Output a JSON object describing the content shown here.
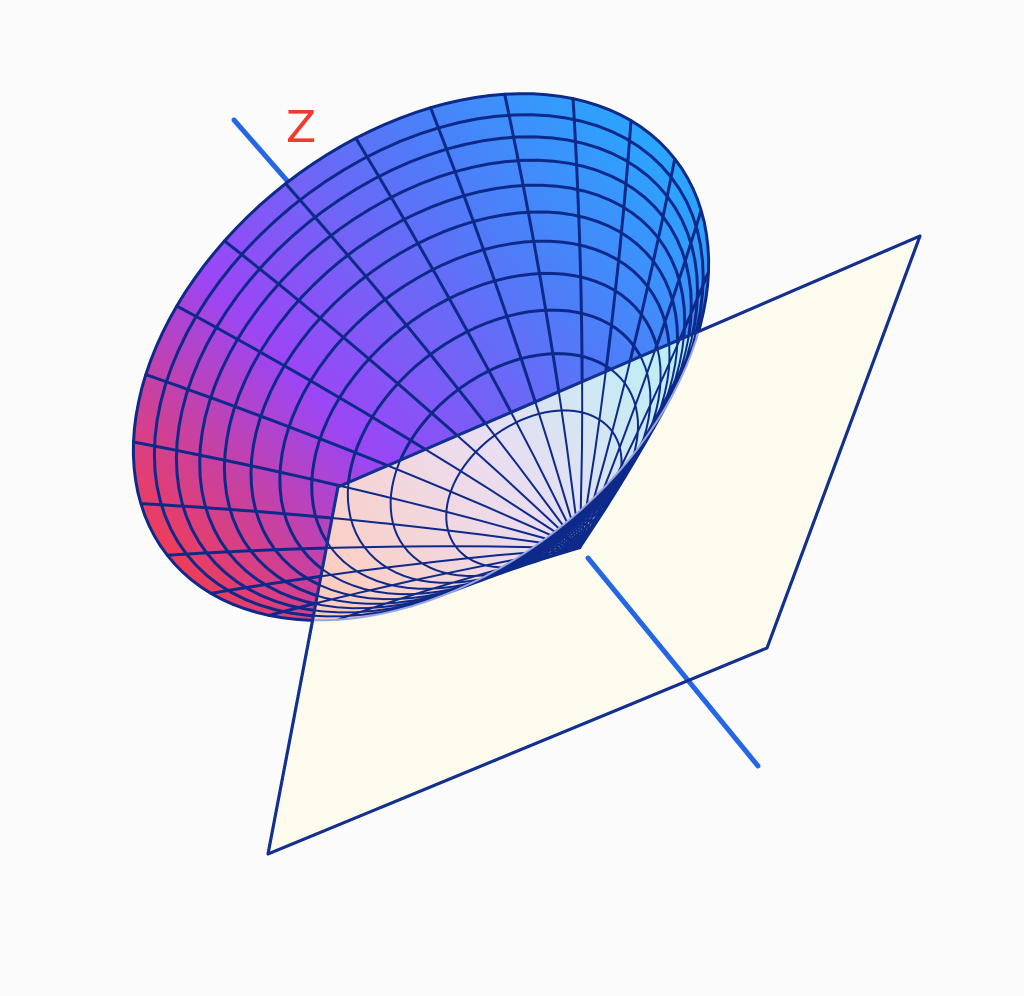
{
  "figure": {
    "axis_label": "Z",
    "colors": {
      "background": "#fbfbfb",
      "mesh_line": "#0d2a8a",
      "axis": "#2566e6",
      "axis_label": "#ef3b2d",
      "plane_fill": "#fdfaee",
      "plane_edge": "#12308f",
      "surface_gradient": [
        "#ff3b3b",
        "#9b46f5",
        "#4f7cf8",
        "#1fb2ff"
      ]
    },
    "surface": {
      "type": "paraboloid",
      "meridians": 24,
      "parallels": 11
    },
    "plane": {
      "type": "cutting-plane"
    }
  }
}
